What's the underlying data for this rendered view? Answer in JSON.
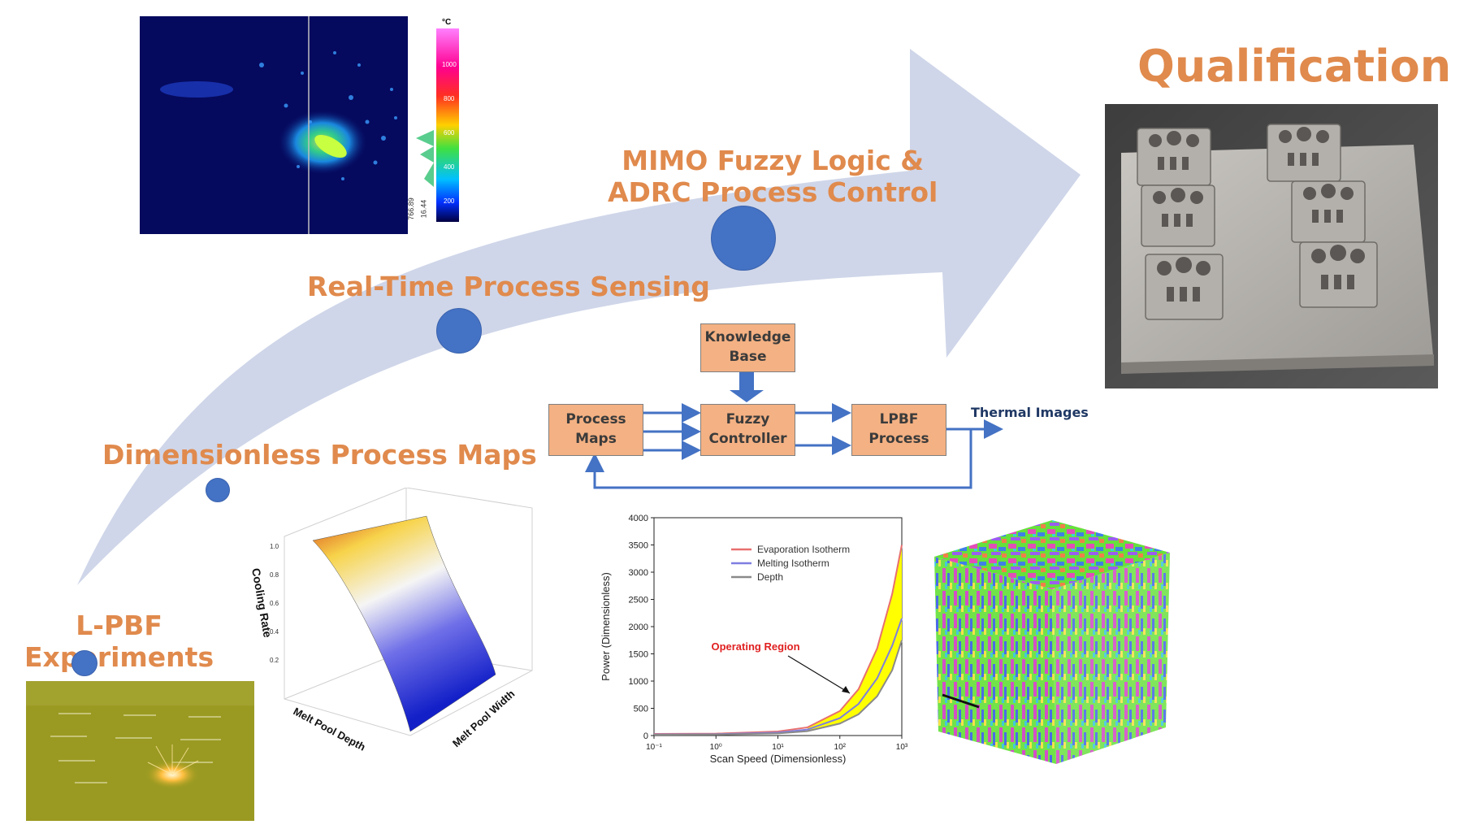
{
  "title": "Qualification",
  "stages": [
    {
      "label": "L-PBF\nExperiments"
    },
    {
      "label": "Dimensionless Process Maps"
    },
    {
      "label": "Real-Time Process Sensing"
    },
    {
      "label": "MIMO Fuzzy Logic &\nADRC Process Control"
    }
  ],
  "thermal_image": {
    "unit": "°C",
    "scale_ticks": [
      "1000",
      "800",
      "600",
      "400",
      "200"
    ],
    "side_values": [
      "766.89",
      "16.44"
    ]
  },
  "surface_plot": {
    "z_label": "Cooling Rate",
    "x_label": "Melt Pool Depth",
    "y_label": "Melt Pool Width",
    "z_ticks": [
      "1.0",
      "0.8",
      "0.6",
      "0.4",
      "0.2"
    ]
  },
  "block_diagram": {
    "knowledge_base": "Knowledge\nBase",
    "process_maps": "Process\nMaps",
    "fuzzy_controller": "Fuzzy\nController",
    "lpbf_process": "LPBF\nProcess",
    "output_label": "Thermal Images"
  },
  "chart_data": {
    "type": "line",
    "title": "",
    "xlabel": "Scan Speed (Dimensionless)",
    "ylabel": "Power (Dimensionless)",
    "x_scale": "log",
    "xlim": [
      0.1,
      1000
    ],
    "ylim": [
      0,
      4000
    ],
    "x_ticks": [
      "10⁻¹",
      "10⁰",
      "10¹",
      "10²",
      "10³"
    ],
    "y_ticks": [
      "0",
      "500",
      "1000",
      "1500",
      "2000",
      "2500",
      "3000",
      "3500",
      "4000"
    ],
    "legend_position": "top-right",
    "annotation": "Operating Region",
    "x": [
      0.1,
      1,
      10,
      30,
      100,
      200,
      400,
      700,
      1000
    ],
    "series": [
      {
        "name": "Evaporation Isotherm",
        "color": "#e8706f",
        "values": [
          30,
          35,
          75,
          150,
          450,
          850,
          1600,
          2600,
          3500
        ]
      },
      {
        "name": "Melting Isotherm",
        "color": "#7e7ee0",
        "values": [
          20,
          25,
          55,
          110,
          320,
          580,
          1050,
          1650,
          2150
        ]
      },
      {
        "name": "Depth",
        "color": "#8a8a8a",
        "values": [
          15,
          18,
          40,
          80,
          220,
          390,
          720,
          1200,
          1750
        ]
      }
    ],
    "region_color": "#ffff00"
  },
  "colors": {
    "accent": "#e08a4d",
    "dot": "#4472c4",
    "arrow": "#cfd6e9",
    "box_fill": "#f4b183",
    "connector": "#4472c4"
  }
}
